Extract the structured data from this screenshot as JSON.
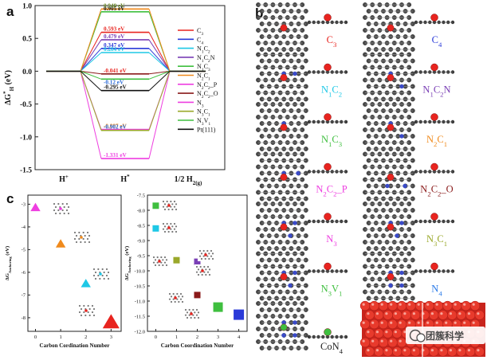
{
  "colors": {
    "C3": "#e8241f",
    "C4": "#2a3ad8",
    "N1C2": "#1ec8e6",
    "N1C2N": "#7a3fb5",
    "N1C3": "#3fbf3f",
    "N2C1": "#f08a1c",
    "N2C2_P": "#ee3ee0",
    "N2C2_O": "#8a1a1a",
    "N3": "#ee3ee0",
    "N3C1": "#9aa82a",
    "N3V1": "#3fbf3f",
    "N4": "#2a7ae8",
    "Pt": "#111111",
    "CoN4": "#222222",
    "C3_energy": "#6b8a2a",
    "N2C1_energy": "#5a6f1e",
    "N3C1_line": "#2a6ad8",
    "watermark": "#4a4a4a",
    "sub_bg": "#ffffff"
  },
  "panel_labels": {
    "a": "a",
    "b": "b",
    "c": "c"
  },
  "chart_data": [
    {
      "type": "line",
      "panel": "a",
      "title": "",
      "ylabel": "ΔG*H (eV)",
      "ylabel_main": "ΔG",
      "ylabel_sup": "*",
      "ylabel_sub": "H",
      "ylabel_unit": " (eV)",
      "xlabel": "",
      "categories": [
        "H+",
        "H*",
        "1/2 H2(g)"
      ],
      "category_labels": [
        {
          "main": "H",
          "sup": "+",
          "sub": ""
        },
        {
          "main": "H",
          "sup": "*",
          "sub": ""
        },
        {
          "main": "1/2 H",
          "sup": "",
          "sub": "2(g)"
        }
      ],
      "ylim": [
        -1.5,
        1.0
      ],
      "yticks": [
        -1.5,
        -1.0,
        -0.5,
        0.0,
        0.5,
        1.0
      ],
      "ytick_labels": [
        "-1.5",
        "-1.0",
        "-0.5",
        "0.0",
        "0.5",
        "1.0"
      ],
      "series": [
        {
          "name": "C3",
          "legend_main": "C",
          "legend_sub": "3",
          "color_key": "C3",
          "value": 0.593,
          "label": "0.593 eV",
          "label_color_key": "C3"
        },
        {
          "name": "C4",
          "legend_main": "C",
          "legend_sub": "4",
          "color_key": "C4",
          "value": 0.347,
          "label": "0.347 eV",
          "label_color_key": "C4"
        },
        {
          "name": "N1C2",
          "legend_main": "N",
          "legend_sub": "1",
          "legend_main2": "C",
          "legend_sub2": "2",
          "color_key": "N1C2",
          "value": 0.284,
          "label": "0.284 eV",
          "label_color_key": "N1C2"
        },
        {
          "name": "N1C2N",
          "legend_main": "N",
          "legend_sub": "1",
          "legend_main2": "C",
          "legend_sub2": "2",
          "legend_tail": "N",
          "color_key": "N1C2N",
          "value": 0.479,
          "label": "0.479 eV",
          "label_color_key": "N1C2N"
        },
        {
          "name": "N1C3",
          "legend_main": "N",
          "legend_sub": "1",
          "legend_main2": "C",
          "legend_sub2": "3",
          "color_key": "N1C3",
          "value": 0.905,
          "label": "0.905 eV",
          "label_color_key": "Pt"
        },
        {
          "name": "N2C1",
          "legend_main": "N",
          "legend_sub": "2",
          "legend_main2": "C",
          "legend_sub2": "1",
          "color_key": "N2C1",
          "value": 0.948,
          "label": "0.948 eV",
          "label_color_key": "C3_energy"
        },
        {
          "name": "N2C2_P",
          "legend_main": "N",
          "legend_sub": "2",
          "legend_main2": "C",
          "legend_sub2": "2",
          "legend_tail": "_P",
          "color_key": "N2C2_P",
          "value": -1.331,
          "label": "-1.331 eV",
          "label_color_key": "N2C2_P"
        },
        {
          "name": "N2C2_O",
          "legend_main": "N",
          "legend_sub": "2",
          "legend_main2": "C",
          "legend_sub2": "2",
          "legend_tail": "_O",
          "color_key": "N2C2_O",
          "value": -0.041,
          "label": "-0.041 eV",
          "label_color_key": "C3"
        },
        {
          "name": "N3",
          "legend_main": "N",
          "legend_sub": "3",
          "color_key": "N3",
          "value": -0.887,
          "label": "-0.887 eV",
          "label_color_key": "N2C1"
        },
        {
          "name": "N3C1",
          "legend_main": "N",
          "legend_sub": "3",
          "legend_main2": "C",
          "legend_sub2": "1",
          "color_key": "N3C1",
          "value": -0.902,
          "label": "-0.902 eV",
          "label_color_key": "N3C1_line"
        },
        {
          "name": "N3V1",
          "legend_main": "N",
          "legend_sub": "3",
          "legend_main2": "V",
          "legend_sub2": "1",
          "color_key": "N3V1",
          "value": -0.12,
          "label": "-0.12 eV",
          "label_color_key": "N3C1_line"
        },
        {
          "name": "Pt(111)",
          "legend_main": "Pt(111)",
          "legend_sub": "",
          "color_key": "Pt",
          "value": -0.295,
          "label": "-0.295 eV",
          "label_color_key": "Pt"
        }
      ],
      "legend_placement": "right"
    },
    {
      "type": "scatter",
      "panel": "c-left",
      "xlabel": "Carbon Cordination Number",
      "ylabel": "ΔG Anchoring (eV)",
      "ylabel_main": "ΔG",
      "ylabel_sub": "Anchoring",
      "ylabel_unit": " (eV)",
      "xlim": [
        -0.3,
        3.4
      ],
      "xticks": [
        0,
        1,
        2,
        3
      ],
      "ylim": [
        -8.6,
        -2.6
      ],
      "yticks": [
        -3,
        -4,
        -5,
        -6,
        -7,
        -8
      ],
      "points": [
        {
          "x": 0,
          "y": -3.15,
          "marker": "triangle",
          "color_key": "N2C2_P",
          "size": 10
        },
        {
          "x": 1,
          "y": -4.75,
          "marker": "triangle",
          "color_key": "N2C1",
          "size": 10
        },
        {
          "x": 2,
          "y": -6.5,
          "marker": "triangle",
          "color_key": "N1C2",
          "size": 10
        },
        {
          "x": 3,
          "y": -8.2,
          "marker": "triangle",
          "color_key": "C3",
          "size": 17
        }
      ]
    },
    {
      "type": "scatter",
      "panel": "c-right",
      "xlabel": "Carbon Coordination Number",
      "ylabel": "ΔG Anchoring (eV)",
      "ylabel_main": "ΔG",
      "ylabel_sub": "Anchoring",
      "ylabel_unit": " (eV)",
      "xlim": [
        -0.4,
        4.4
      ],
      "xticks": [
        0,
        1,
        2,
        3,
        4
      ],
      "ylim": [
        -12.0,
        -7.5
      ],
      "yticks": [
        -7.5,
        -8.0,
        -8.5,
        -9.0,
        -9.5,
        -10.0,
        -10.5,
        -11.0,
        -11.5,
        -12.0
      ],
      "ytick_labels": [
        "-7.5",
        "-8.0",
        "-8.5",
        "-9.0",
        "-9.5",
        "-10.0",
        "-10.5",
        "-11.0",
        "-11.5",
        "-12.0"
      ],
      "points": [
        {
          "x": 0,
          "y": -7.85,
          "marker": "square",
          "color_key": "N1C3",
          "size": 8
        },
        {
          "x": 0,
          "y": -8.6,
          "marker": "square",
          "color_key": "N1C2",
          "size": 8
        },
        {
          "x": 1,
          "y": -9.65,
          "marker": "square",
          "color_key": "N3C1",
          "size": 8
        },
        {
          "x": 2,
          "y": -9.7,
          "marker": "square",
          "color_key": "N1C2N",
          "size": 8
        },
        {
          "x": 2,
          "y": -10.8,
          "marker": "square",
          "color_key": "N2C2_O",
          "size": 8
        },
        {
          "x": 3,
          "y": -11.2,
          "marker": "square",
          "color_key": "N3V1",
          "size": 12
        },
        {
          "x": 4,
          "y": -11.45,
          "marker": "square",
          "color_key": "C4",
          "size": 13
        }
      ]
    }
  ],
  "panel_b": {
    "structures": [
      {
        "label_main": "C",
        "label_sub": "3",
        "label_tail": "",
        "color_key": "C3"
      },
      {
        "label_main": "C",
        "label_sub": "4",
        "label_tail": "",
        "color_key": "C4"
      },
      {
        "label_main": "N",
        "label_sub": "1",
        "label_main2": "C",
        "label_sub2": "2",
        "label_tail": "",
        "color_key": "N1C2"
      },
      {
        "label_main": "N",
        "label_sub": "1",
        "label_main2": "C",
        "label_sub2": "2",
        "label_tail": "N",
        "color_key": "N1C2N"
      },
      {
        "label_main": "N",
        "label_sub": "1",
        "label_main2": "C",
        "label_sub2": "3",
        "label_tail": "",
        "color_key": "N1C3"
      },
      {
        "label_main": "N",
        "label_sub": "2",
        "label_main2": "C",
        "label_sub2": "1",
        "label_tail": "",
        "color_key": "N2C1"
      },
      {
        "label_main": "N",
        "label_sub": "2",
        "label_main2": "C",
        "label_sub2": "2",
        "label_tail": "_P",
        "color_key": "N2C2_P"
      },
      {
        "label_main": "N",
        "label_sub": "2",
        "label_main2": "C",
        "label_sub2": "2",
        "label_tail": "_O",
        "color_key": "N2C2_O"
      },
      {
        "label_main": "N",
        "label_sub": "3",
        "label_tail": "",
        "color_key": "N3"
      },
      {
        "label_main": "N",
        "label_sub": "3",
        "label_main2": "C",
        "label_sub2": "1",
        "label_tail": "",
        "color_key": "N3C1"
      },
      {
        "label_main": "N",
        "label_sub": "3",
        "label_main2": "V",
        "label_sub2": "1",
        "label_tail": "",
        "color_key": "N3V1"
      },
      {
        "label_main": "N",
        "label_sub": "4",
        "label_tail": "",
        "color_key": "N4"
      },
      {
        "label_main": "CoN",
        "label_sub": "4",
        "label_tail": "",
        "color_key": "CoN4"
      }
    ]
  },
  "watermark": {
    "icon": "wechat-icon",
    "text": "团簇科学"
  }
}
